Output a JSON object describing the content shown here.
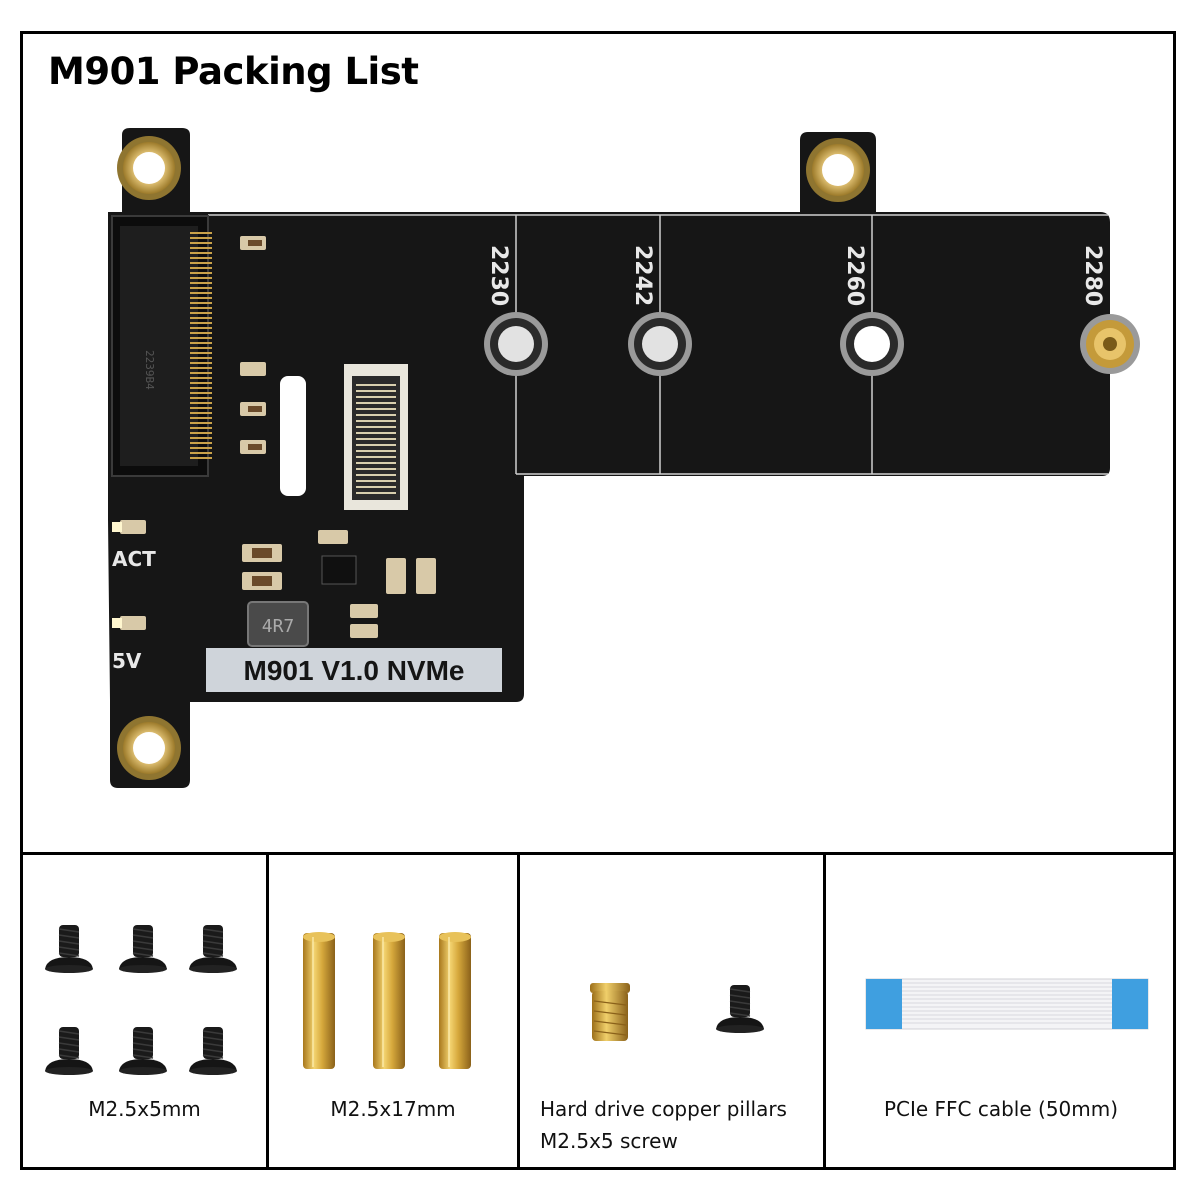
{
  "title": "M901 Packing List",
  "board": {
    "silkscreen_label": "M901 V1.0 NVMe",
    "size_labels": [
      "2230",
      "2242",
      "2260",
      "2280"
    ],
    "led_labels": [
      "ACT",
      "5V"
    ],
    "inductor_label": "4R7",
    "connector_label": "2239B4"
  },
  "items": [
    {
      "caption": "M2.5x5mm"
    },
    {
      "caption": "M2.5x17mm"
    },
    {
      "caption_line1": "Hard drive copper pillars",
      "caption_line2": "M2.5x5 screw"
    },
    {
      "caption": "PCIe FFC cable (50mm)"
    }
  ],
  "colors": {
    "pcb": "#161616",
    "gold": "#c9a24a",
    "brass": "#d8b34c",
    "cable_blue": "#3f9fe0",
    "screw": "#1a1a1a"
  },
  "icons": [
    "screw-icon",
    "standoff-icon",
    "insert-nut-icon",
    "ffc-cable-icon"
  ]
}
